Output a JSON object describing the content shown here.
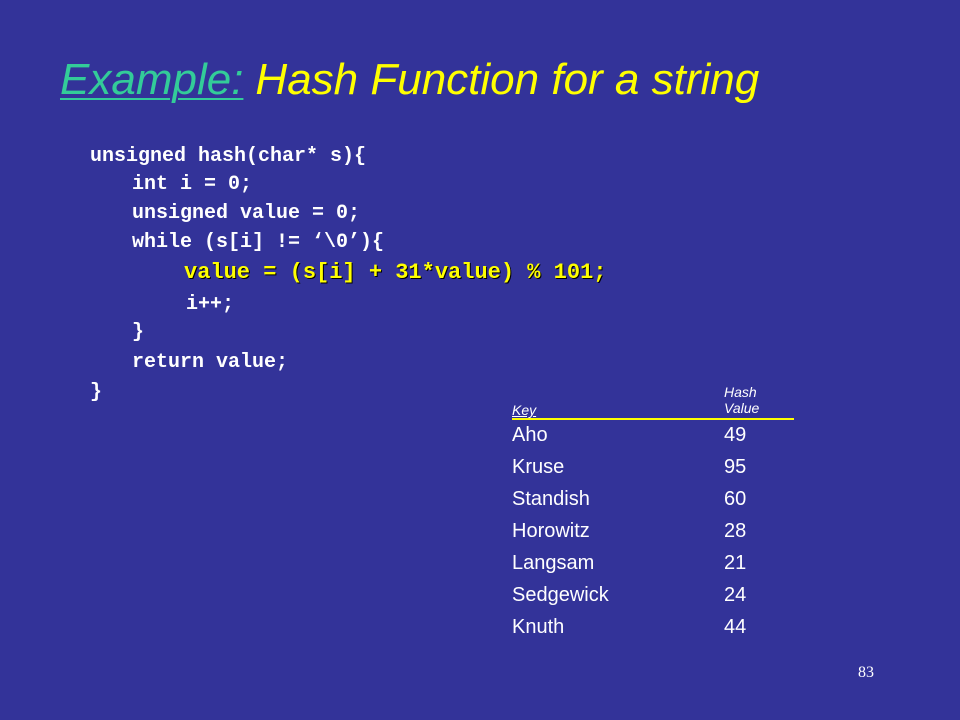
{
  "slide": {
    "title_label": "Example:",
    "title_text": "Hash Function for a string",
    "code_lines": [
      "unsigned hash(char* s){",
      "int i = 0;",
      "unsigned value = 0;",
      "while (s[i] != ‘\\0’){",
      "value = (s[i] + 31*value) % 101;",
      "i++;",
      "}",
      "return value;",
      "}"
    ],
    "table": {
      "key_header": "Key",
      "hash_header_1": "Hash",
      "hash_header_2": "Value",
      "rows": [
        {
          "key": "Aho",
          "value": "49"
        },
        {
          "key": "Kruse",
          "value": "95"
        },
        {
          "key": "Standish",
          "value": "60"
        },
        {
          "key": "Horowitz",
          "value": "28"
        },
        {
          "key": "Langsam",
          "value": "21"
        },
        {
          "key": "Sedgewick",
          "value": "24"
        },
        {
          "key": "Knuth",
          "value": "44"
        }
      ]
    },
    "page_number": "83",
    "colors": {
      "background": "#333399",
      "title": "#ffff00",
      "title_label": "#33cc99",
      "code": "#ffffff",
      "highlight": "#ffff00"
    }
  }
}
